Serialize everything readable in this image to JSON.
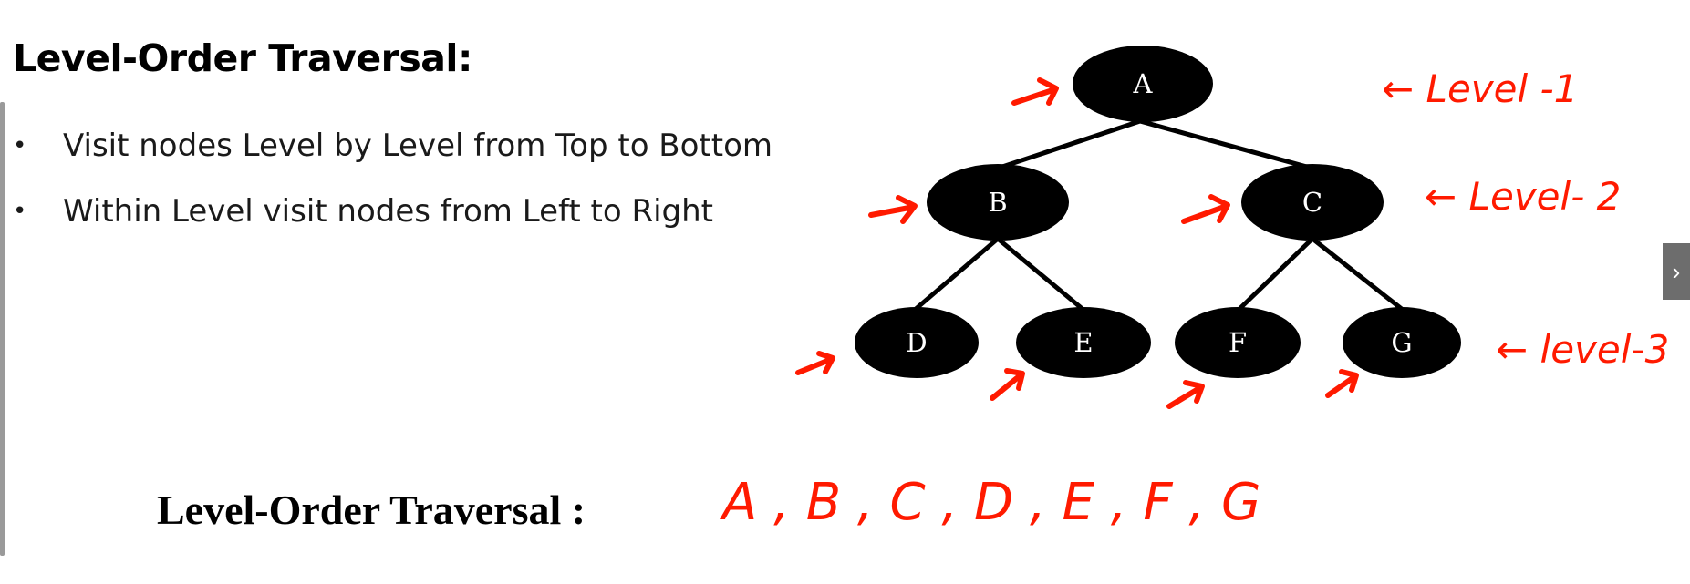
{
  "slide": {
    "heading": "Level-Order Traversal:",
    "bullets": [
      "Visit nodes Level by Level from Top to Bottom",
      "Within Level visit nodes from Left to Right"
    ],
    "bottom_label": "Level-Order Traversal :"
  },
  "tree": {
    "nodes": [
      "A",
      "B",
      "C",
      "D",
      "E",
      "F",
      "G"
    ],
    "edges": [
      [
        "A",
        "B"
      ],
      [
        "A",
        "C"
      ],
      [
        "B",
        "D"
      ],
      [
        "B",
        "E"
      ],
      [
        "C",
        "F"
      ],
      [
        "C",
        "G"
      ]
    ]
  },
  "annotations": {
    "level_labels": [
      "← Level -1",
      "← Level- 2",
      "← level-3"
    ],
    "traversal_result": "A , B , C , D , E , F , G",
    "ink_color": "#ff1a00"
  },
  "controls": {
    "next_icon": "chevron-right-icon"
  }
}
